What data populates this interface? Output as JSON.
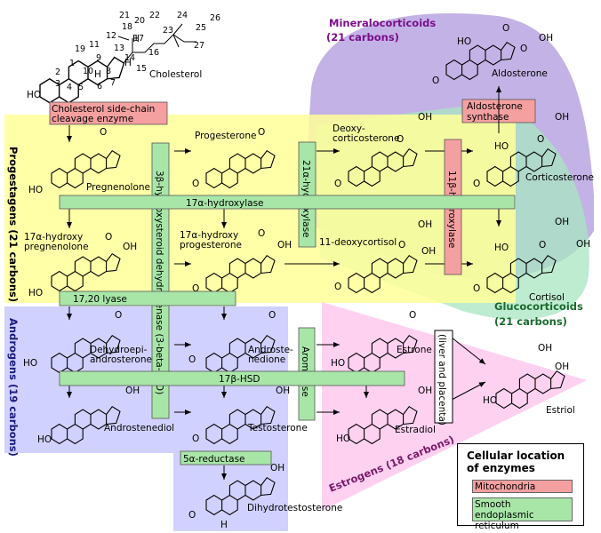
{
  "regions": {
    "mineralocorticoids": {
      "title": "Mineralocorticoids",
      "subtitle": "(21 carbons)",
      "color": "#7a0f8c"
    },
    "glucocorticoids": {
      "title": "Glucocorticoids",
      "subtitle": "(21 carbons)",
      "color": "#1a6b2d"
    },
    "progestagens": {
      "title": "Progestagens (21 carbons)",
      "color": "#000000"
    },
    "androgens": {
      "title": "Androgens (19 carbons)",
      "color": "#1a1a80"
    },
    "estrogens": {
      "title": "Estrogens (18 carbons)",
      "color": "#8a1a6a"
    }
  },
  "molecules": {
    "cholesterol": "Cholesterol",
    "pregnenolone": "Pregnenolone",
    "progesterone": "Progesterone",
    "deoxycorticosterone_l1": "Deoxy-",
    "deoxycorticosterone_l2": "corticosterone",
    "corticosterone": "Corticosterone",
    "aldosterone": "Aldosterone",
    "hydroxypregnenolone_l1": "17α-hydroxy",
    "hydroxypregnenolone_l2": "pregnenolone",
    "hydroxyprogesterone_l1": "17α-hydroxy",
    "hydroxyprogesterone_l2": "progesterone",
    "deoxycortisol": "11-deoxycortisol",
    "cortisol": "Cortisol",
    "dhea_l1": "Dehydroepi-",
    "dhea_l2": "androsterone",
    "androstenedione_l1": "Androste-",
    "androstenedione_l2": "nedione",
    "estrone": "Estrone",
    "estriol": "Estriol",
    "androstenediol": "Androstenediol",
    "testosterone": "Testosterone",
    "estradiol": "Estradiol",
    "dht": "Dihydrotestosterone"
  },
  "enzymes": {
    "scc_l1": "Cholesterol side-chain",
    "scc_l2": "cleavage enzyme",
    "hsd3b": "3β-hydroxysteroid dehydrogenase (3-beta-HSD)",
    "hydroxylase21": "21α-hydroxylase",
    "hydroxylase11": "11β-hydroxylase",
    "hydroxylase17": "17α-hydroxylase",
    "aldosterone_synthase_l1": "Aldosterone",
    "aldosterone_synthase_l2": "synthase",
    "lyase": "17,20 lyase",
    "hsd17b": "17β-HSD",
    "aromatase": "Aromatase",
    "liver_placenta": "(liver and placenta)",
    "reductase": "5α-reductase"
  },
  "atoms": {
    "ho": "HO",
    "o": "O",
    "oh": "OH",
    "h": "H"
  },
  "cholesterol_numbers": [
    "1",
    "2",
    "3",
    "4",
    "5",
    "6",
    "7",
    "8",
    "9",
    "10",
    "11",
    "12",
    "13",
    "14",
    "15",
    "16",
    "17",
    "18",
    "19",
    "20",
    "21",
    "22",
    "23",
    "24",
    "25",
    "26",
    "27"
  ],
  "legend": {
    "title_l1": "Cellular location",
    "title_l2": "of enzymes",
    "mitochondria": "Mitochondria",
    "ser_l1": "Smooth endoplasmic",
    "ser_l2": "reticulum"
  },
  "colors": {
    "mitochondria": "#f5a0a0",
    "ser": "#a8e6a8",
    "progestagen_bg": "#ffff99",
    "androgen_bg": "#ccccff",
    "estrogen_bg": "#ffccf0",
    "mineralo_bg": "#b9a4e0",
    "gluco_bg": "#a8e6c0"
  }
}
